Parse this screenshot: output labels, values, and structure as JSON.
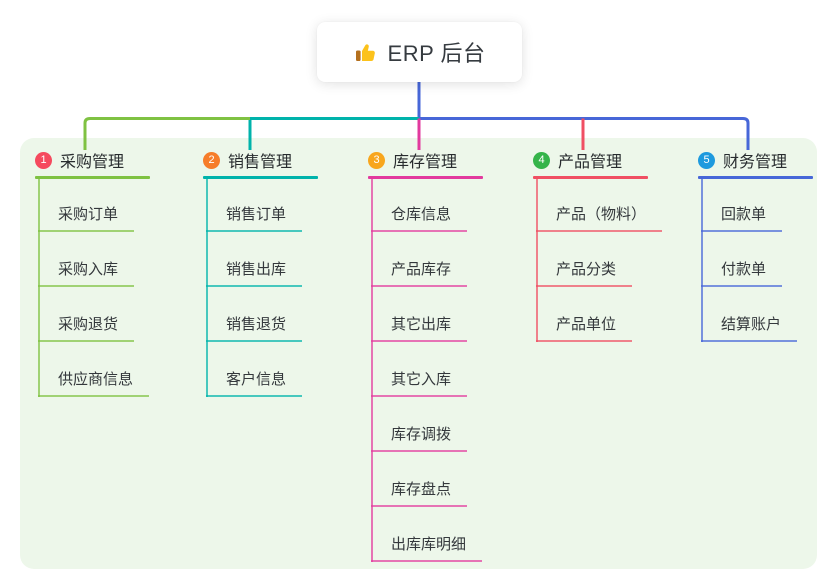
{
  "root": {
    "label": "ERP 后台",
    "icon": "thumbs-up"
  },
  "panel": {
    "bg": "#edf7ea"
  },
  "connector": {
    "stem_color": "#4767d8"
  },
  "branches": [
    {
      "num": "1",
      "title": "采购管理",
      "badge_color": "#f54a5e",
      "line_color": "#7fc242",
      "children": [
        "采购订单",
        "采购入库",
        "采购退货",
        "供应商信息"
      ]
    },
    {
      "num": "2",
      "title": "销售管理",
      "badge_color": "#f67d2a",
      "line_color": "#00b3ab",
      "children": [
        "销售订单",
        "销售出库",
        "销售退货",
        "客户信息"
      ]
    },
    {
      "num": "3",
      "title": "库存管理",
      "badge_color": "#f8a61d",
      "line_color": "#e23a9e",
      "children": [
        "仓库信息",
        "产品库存",
        "其它出库",
        "其它入库",
        "库存调拨",
        "库存盘点",
        "出库库明细"
      ]
    },
    {
      "num": "4",
      "title": "产品管理",
      "badge_color": "#35b44a",
      "line_color": "#f04f63",
      "children": [
        "产品（物料）",
        "产品分类",
        "产品单位"
      ]
    },
    {
      "num": "5",
      "title": "财务管理",
      "badge_color": "#1e9ade",
      "line_color": "#4767d8",
      "children": [
        "回款单",
        "付款单",
        "结算账户"
      ]
    }
  ]
}
